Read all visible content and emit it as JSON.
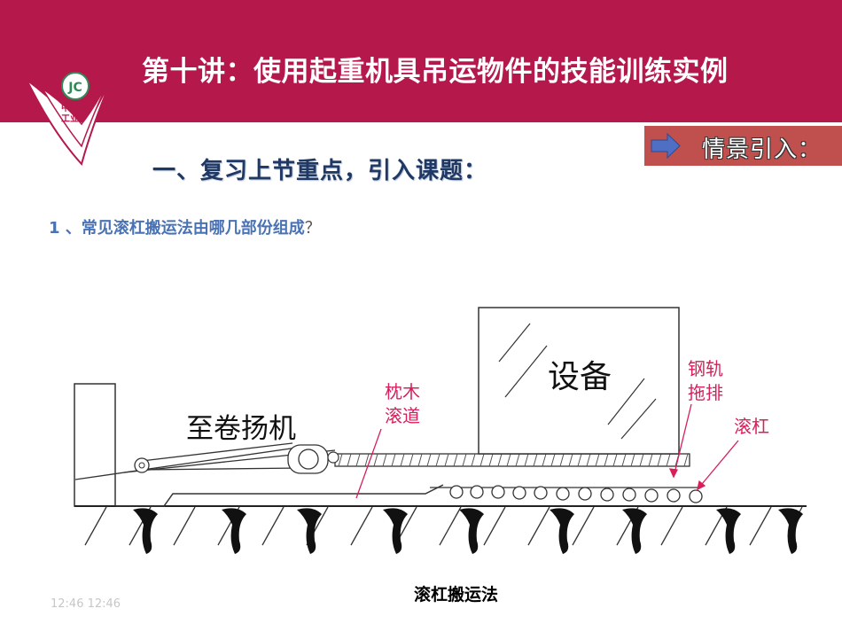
{
  "header": {
    "title": "第十讲：使用起重机具吊运物件的技能训练实例",
    "logo_text_line1": "中南",
    "logo_text_line2": "工业"
  },
  "scene_badge": {
    "label": "情景引入：",
    "icon": "right-arrow-icon"
  },
  "section": {
    "heading": "一、复习上节重点，引入课题：",
    "question": "1 、常见滚杠搬运法由哪几部份组成",
    "question_mark": "？"
  },
  "diagram": {
    "equipment_label": "设备",
    "winch_label": "至卷扬机",
    "sleeper_label_line1": "枕木",
    "sleeper_label_line2": "滚道",
    "rail_label_line1": "钢轨",
    "rail_label_line2": "拖排",
    "roller_label": "滚杠",
    "caption": "滚杠搬运法"
  },
  "footer": {
    "timestamp": "12:46 12:46"
  },
  "colors": {
    "brand": "#b5184a",
    "badge": "#c0504d",
    "heading": "#1f3864",
    "question": "#4a73b5",
    "annotation": "#d81f5a"
  }
}
